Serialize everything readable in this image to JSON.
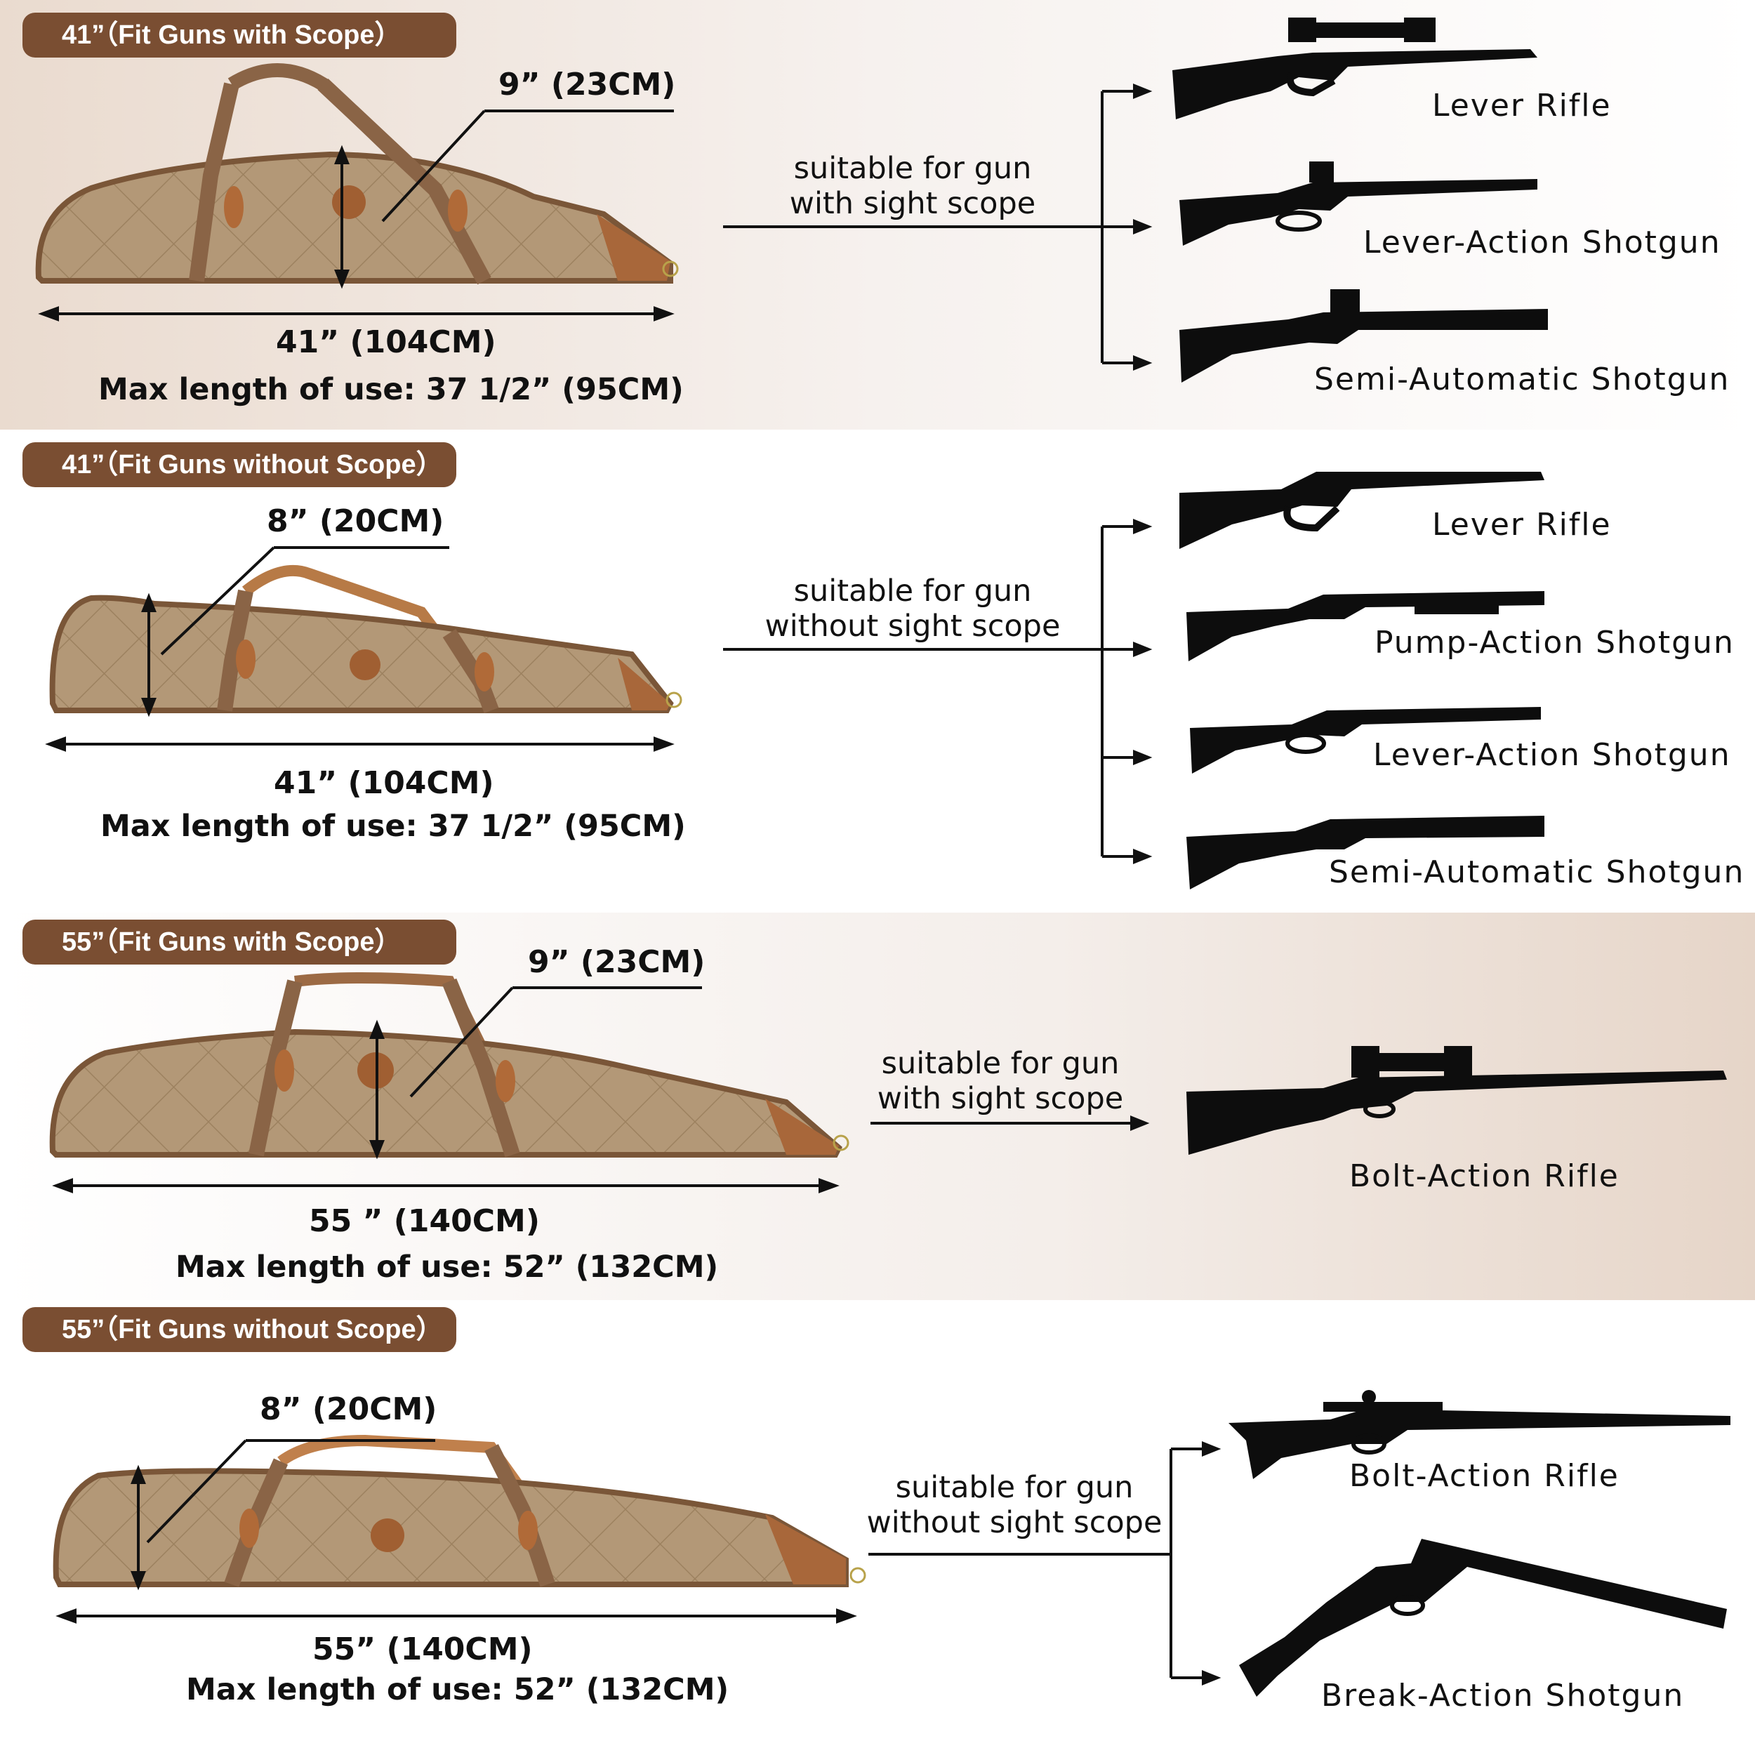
{
  "colors": {
    "badge": "#7a4e32",
    "canvas": "#b49a78",
    "leather": "#a8673a",
    "strap": "#8a6446",
    "silhouette": "#0d0d0d"
  },
  "sections": [
    {
      "badge": "41”（Fit Guns with Scope）",
      "height_label": "9” (23CM)",
      "length_label": "41” (104CM)",
      "max_length": "Max length of use: 37 1/2” (95CM)",
      "suitable": "suitable for gun with sight scope",
      "guns": [
        {
          "name": "Lever Rifle",
          "icon": "lever-rifle-with-scope-icon"
        },
        {
          "name": "Lever-Action Shotgun",
          "icon": "lever-action-shotgun-with-sight-icon"
        },
        {
          "name": "Semi-Automatic Shotgun",
          "icon": "semi-automatic-shotgun-with-sight-icon"
        }
      ]
    },
    {
      "badge": "41”（Fit Guns without Scope）",
      "height_label": "8” (20CM)",
      "length_label": "41” (104CM)",
      "max_length": "Max length of use: 37 1/2” (95CM)",
      "suitable": "suitable for gun without sight scope",
      "guns": [
        {
          "name": "Lever Rifle",
          "icon": "lever-rifle-icon"
        },
        {
          "name": "Pump-Action Shotgun",
          "icon": "pump-action-shotgun-icon"
        },
        {
          "name": "Lever-Action Shotgun",
          "icon": "lever-action-shotgun-icon"
        },
        {
          "name": "Semi-Automatic Shotgun",
          "icon": "semi-automatic-shotgun-icon"
        }
      ]
    },
    {
      "badge": "55”（Fit Guns with Scope）",
      "height_label": "9” (23CM)",
      "length_label": "55 ” (140CM)",
      "max_length": "Max length of use: 52” (132CM)",
      "suitable": "suitable for gun with sight scope",
      "guns": [
        {
          "name": "Bolt-Action Rifle",
          "icon": "bolt-action-rifle-with-scope-icon"
        }
      ]
    },
    {
      "badge": "55”（Fit Guns without Scope）",
      "height_label": "8” (20CM)",
      "length_label": "55” (140CM)",
      "max_length": "Max length of use: 52” (132CM)",
      "suitable": "suitable for gun without sight scope",
      "guns": [
        {
          "name": "Bolt-Action Rifle",
          "icon": "bolt-action-rifle-icon"
        },
        {
          "name": "Break-Action Shotgun",
          "icon": "break-action-shotgun-icon"
        }
      ]
    }
  ]
}
